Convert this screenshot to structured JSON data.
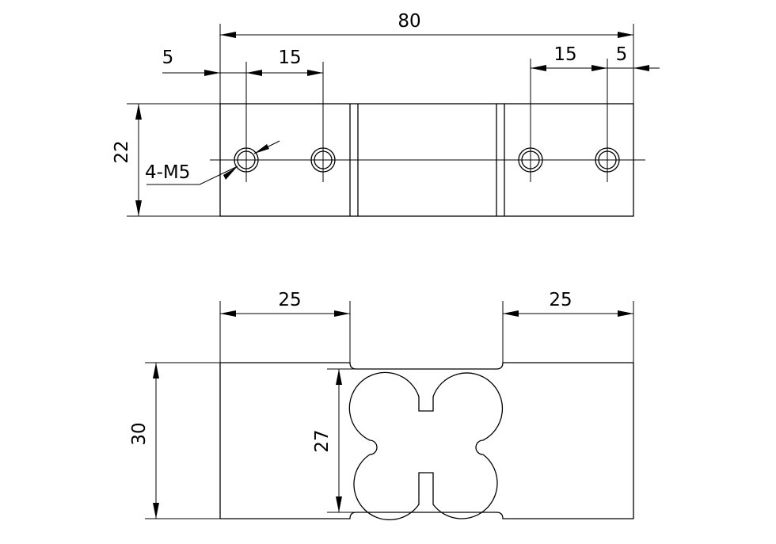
{
  "top_view": {
    "overall_length": "80",
    "edge_offset_left": "5",
    "hole_spacing_left": "15",
    "hole_spacing_right": "15",
    "edge_offset_right": "5",
    "height": "22",
    "hole_callout": "4-M5"
  },
  "side_view": {
    "mount_length_left": "25",
    "mount_length_right": "25",
    "height": "30",
    "cutout_height": "27"
  }
}
